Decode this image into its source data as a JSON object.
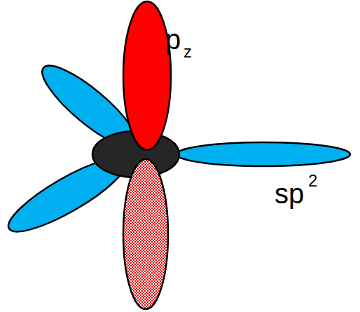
{
  "diagram": {
    "labels": [
      "p",
      "z",
      "sp",
      "2"
    ]
  }
}
